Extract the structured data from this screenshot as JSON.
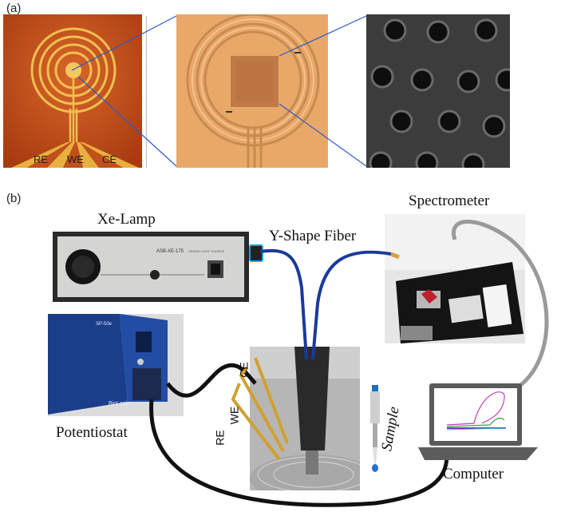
{
  "panel_a": {
    "tag": "(a)",
    "electrode_labels": [
      "RE",
      "WE",
      "CE"
    ]
  },
  "panel_b": {
    "tag": "(b)",
    "labels": {
      "xe_lamp": "Xe-Lamp",
      "y_fiber": "Y-Shape Fiber",
      "spectrometer": "Spectrometer",
      "potentiostat": "Potentiostat",
      "computer": "Computer",
      "sample": "Sample",
      "ce": "CE",
      "we": "WE",
      "re": "RE"
    },
    "device_text": {
      "lamp_model": "ASB-XE-175",
      "lamp_sub": "XENON LIGHT SOURCE",
      "potentiostat_model": "SP-50e",
      "potentiostat_brand": "BioLogic"
    }
  },
  "colors": {
    "electrode_bg": "#c8501a",
    "gold": "#e8b040",
    "microscope_bg": "#e0a060",
    "sem_bg": "#3a3a3a",
    "fiber_blue": "#1a3a9a",
    "potentiostat_blue": "#1a3e8a"
  }
}
